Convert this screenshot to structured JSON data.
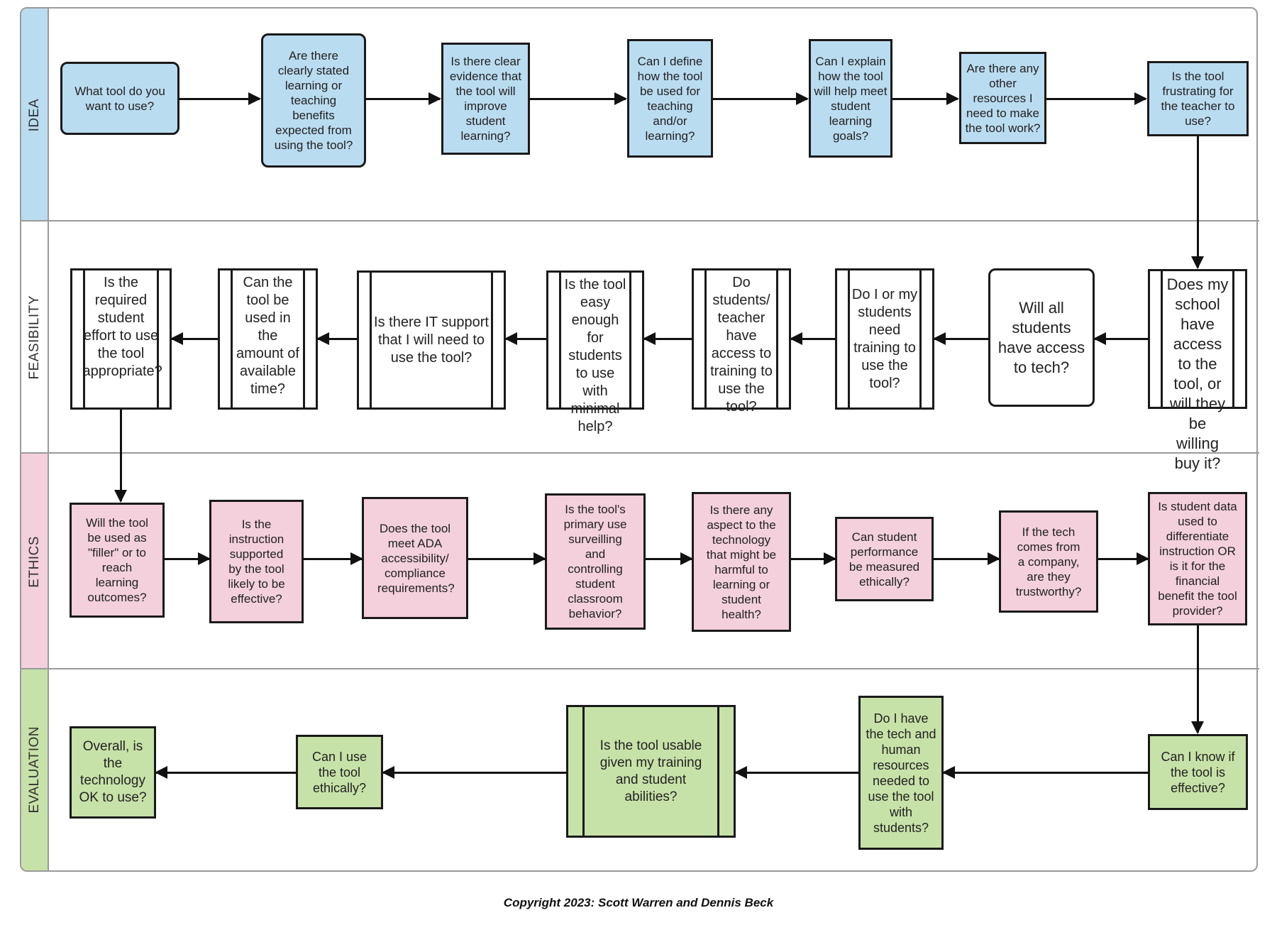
{
  "colors": {
    "idea": "#badcf0",
    "feasibility": "#ffffff",
    "ethics": "#f3d0db",
    "evaluation": "#c7e2a8",
    "box_border": "#1a1a1a",
    "frame_border": "#9a9a9a",
    "arrow": "#111111",
    "text": "#222222"
  },
  "footer": "Copyright 2023: Scott Warren and Dennis Beck",
  "lanes": [
    {
      "label": "IDEA",
      "boxes": [
        "What tool do you want to use?",
        "Are there clearly stated learning or teaching benefits expected from using the tool?",
        "Is there clear evidence that the tool will improve student learning?",
        "Can I define how the tool be used for teaching and/or learning?",
        "Can I explain how the tool will help meet student learning goals?",
        "Are there any other resources I need to make the tool work?",
        "Is the tool frustrating for the teacher to use?"
      ]
    },
    {
      "label": "FEASIBILITY",
      "boxes": [
        "Does my school have access to the tool, or will they be willing buy it?",
        "Will all students have access to tech?",
        "Do I or my students need training to use the tool?",
        "Do students/ teacher have access to training to use the tool?",
        "Is the tool easy enough for students to use with minimal help?",
        "Is there IT support that I will need to use the tool?",
        "Can the tool be used in the amount of available time?",
        "Is the required student effort to use the tool appropriate?"
      ]
    },
    {
      "label": "ETHICS",
      "boxes": [
        "Will the tool be used as \"filler\" or to reach learning outcomes?",
        "Is the instruction supported by the tool likely to be effective?",
        "Does the tool meet ADA accessibility/ compliance requirements?",
        "Is the tool's primary use surveilling and controlling student classroom behavior?",
        "Is there any aspect to the technology that might be harmful to learning or student health?",
        "Can student performance be measured ethically?",
        "If the tech comes from a company, are they trustworthy?",
        "Is student data used to differentiate instruction OR is it for the financial benefit the tool provider?"
      ]
    },
    {
      "label": "EVALUATION",
      "boxes": [
        "Can I know if the tool is effective?",
        "Do I have the tech and human resources needed to use the tool with students?",
        "Is the tool usable given my training and student abilities?",
        "Can I use the tool ethically?",
        "Overall, is the technology OK to use?"
      ]
    }
  ]
}
